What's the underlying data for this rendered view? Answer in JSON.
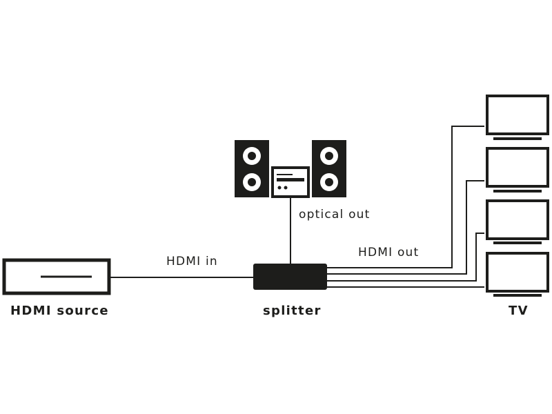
{
  "colors": {
    "ink": "#1d1d1b",
    "background": "#ffffff"
  },
  "devices": {
    "source": {
      "label": "HDMI source",
      "icon": "dvd-player-icon"
    },
    "splitter": {
      "label": "splitter",
      "icon": "splitter-box-icon"
    },
    "audio": {
      "icon": "stereo-system-icon"
    },
    "tv": {
      "label": "TV",
      "icon": "tv-icon",
      "count": 4
    }
  },
  "connections": {
    "hdmi_in": {
      "label": "HDMI in"
    },
    "optical_out": {
      "label": "optical out"
    },
    "hdmi_out": {
      "label": "HDMI out"
    }
  }
}
